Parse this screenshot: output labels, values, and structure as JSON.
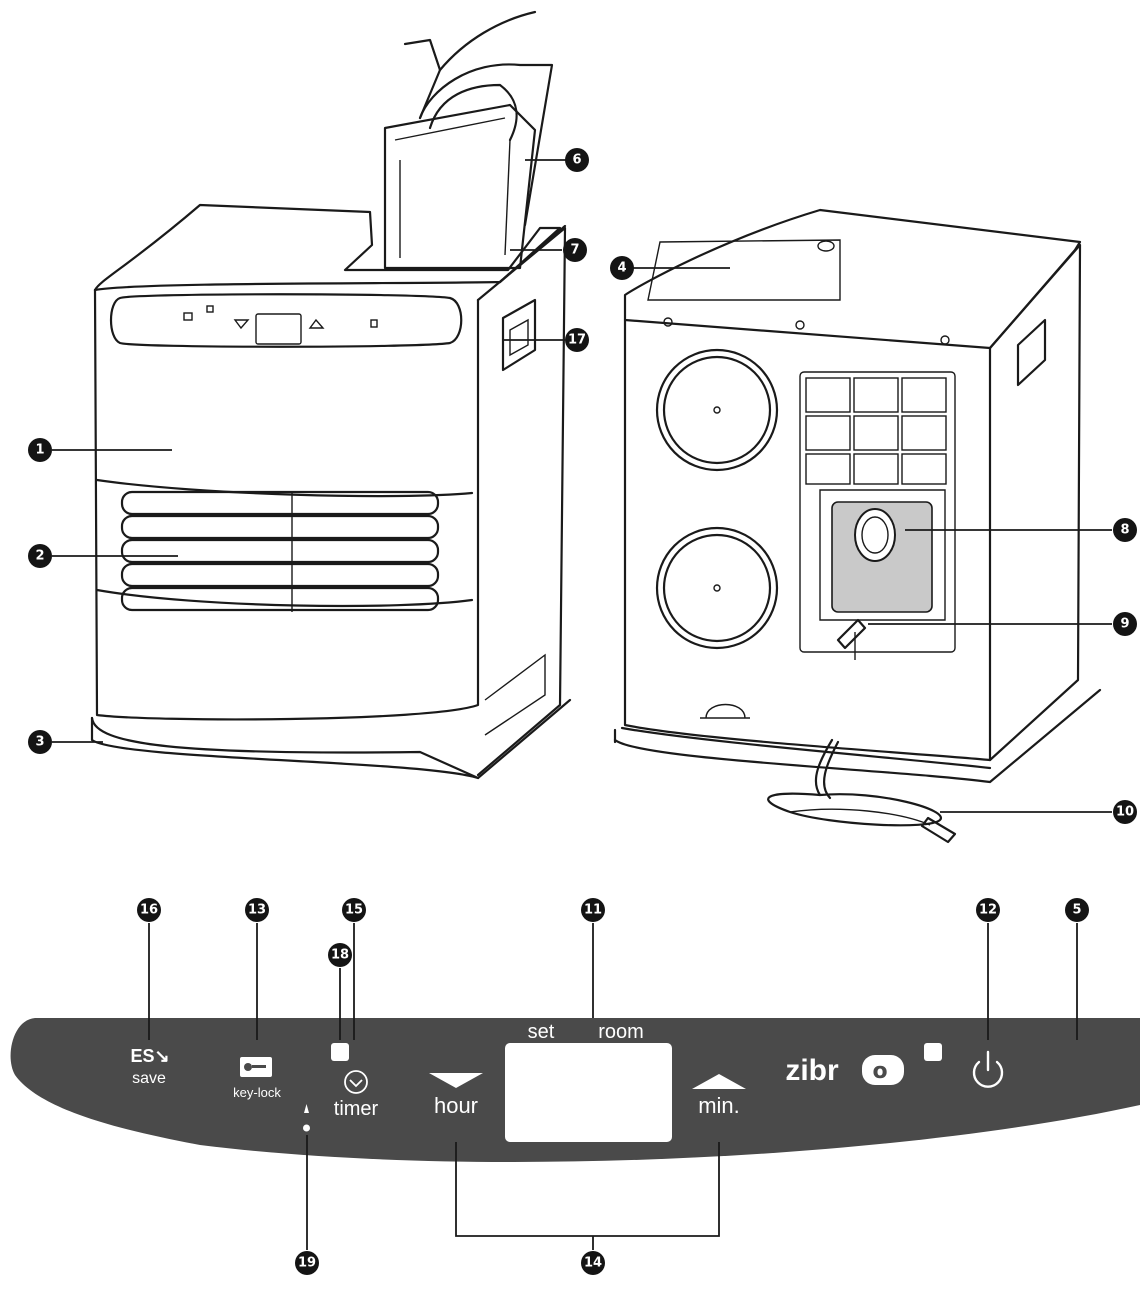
{
  "callouts": [
    {
      "id": "1",
      "glyph": "1"
    },
    {
      "id": "2",
      "glyph": "2"
    },
    {
      "id": "3",
      "glyph": "3"
    },
    {
      "id": "4",
      "glyph": "4"
    },
    {
      "id": "5",
      "glyph": "5"
    },
    {
      "id": "6",
      "glyph": "6"
    },
    {
      "id": "7",
      "glyph": "7"
    },
    {
      "id": "8",
      "glyph": "8"
    },
    {
      "id": "9",
      "glyph": "9"
    },
    {
      "id": "10",
      "glyph": "10"
    },
    {
      "id": "11",
      "glyph": "11"
    },
    {
      "id": "12",
      "glyph": "12"
    },
    {
      "id": "13",
      "glyph": "13"
    },
    {
      "id": "14",
      "glyph": "14"
    },
    {
      "id": "15",
      "glyph": "15"
    },
    {
      "id": "16",
      "glyph": "16"
    },
    {
      "id": "17",
      "glyph": "17"
    },
    {
      "id": "18",
      "glyph": "18"
    },
    {
      "id": "19",
      "glyph": "19"
    }
  ],
  "panel": {
    "save": "save",
    "key_lock": "key-lock",
    "timer": "timer",
    "hour": "hour",
    "min": "min.",
    "set": "set",
    "room": "room",
    "brand": "zibro"
  },
  "colors": {
    "panel_bg": "#4a4a4a",
    "panel_text": "#ffffff",
    "badge": "#141414",
    "line": "#1a1a1a",
    "filter_grey": "#c9c9c9"
  }
}
